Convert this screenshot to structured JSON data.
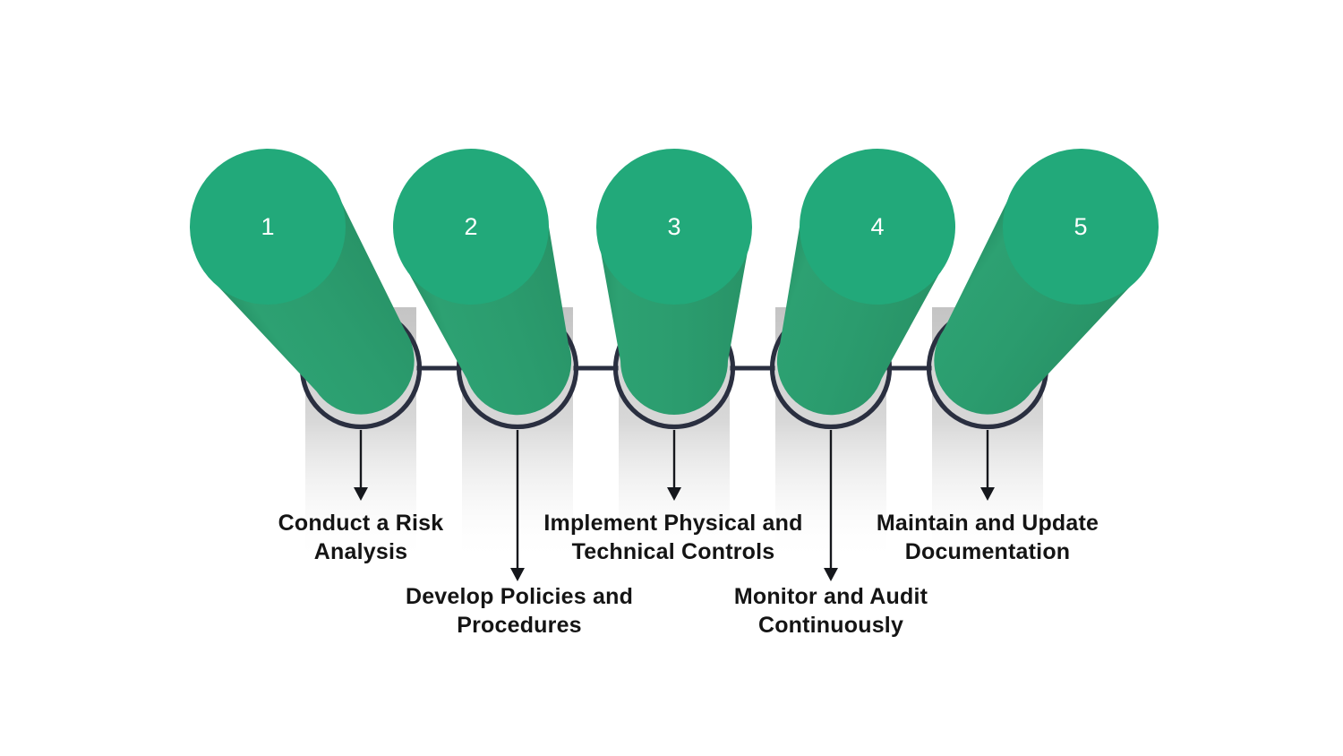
{
  "diagram": {
    "kind": "5-step process pins",
    "steps": [
      {
        "number": "1",
        "label_line1": "Conduct a Risk",
        "label_line2": "Analysis"
      },
      {
        "number": "2",
        "label_line1": "Develop Policies and",
        "label_line2": "Procedures"
      },
      {
        "number": "3",
        "label_line1": "Implement Physical and",
        "label_line2": "Technical Controls"
      },
      {
        "number": "4",
        "label_line1": "Monitor and Audit",
        "label_line2": "Continuously"
      },
      {
        "number": "5",
        "label_line1": "Maintain and Update",
        "label_line2": "Documentation"
      }
    ],
    "palette": {
      "pin_top_face": "#22A97A",
      "pin_body": "#2B9C6E",
      "pin_body_edge": "#269065",
      "ring_outline": "#2A2F40",
      "socket_fill": "#D6D6D6",
      "drop_shadow": "#C6C6C6",
      "connector_line": "#2A2F40",
      "arrow": "#15171C",
      "label_text": "#141414",
      "number_text": "#FFFFFF",
      "background": "#FFFFFF"
    }
  }
}
